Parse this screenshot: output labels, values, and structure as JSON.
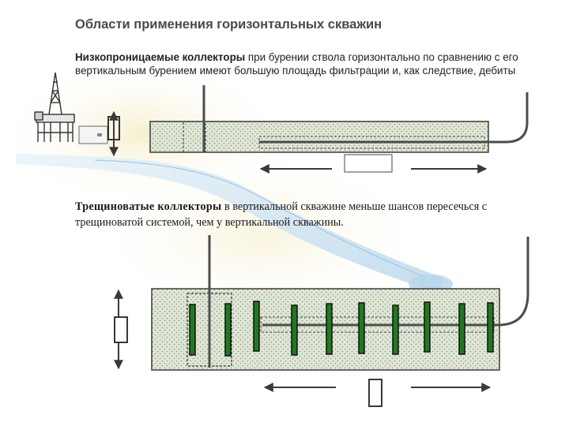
{
  "slide": {
    "title": "Области применения горизонтальных скважин",
    "low_perm": {
      "term": "Низкопроницаемые коллекторы",
      "text": " при бурении ствола горизонтально по сравнению с его вертикальным бурением имеют большую площадь фильтрации и, как следствие, дебиты"
    },
    "fractured": {
      "term": "Трещиноватые коллекторы",
      "text": " в вертикальной скважине меньше шансов пересечься с трещиноватой системой, чем у вертикальной скважины."
    }
  },
  "colors": {
    "well_line": "#4d4d4d",
    "reservoir_fill": "#dfe6d6",
    "reservoir_border": "#3b3b3b",
    "fracture_green": "#1f7a1f",
    "flow_arrow": "#3a3a3a",
    "background_glow": "#f3eed2"
  },
  "icons": {
    "rig": "drilling-rig-icon",
    "vehicle": "trailer-icon"
  }
}
